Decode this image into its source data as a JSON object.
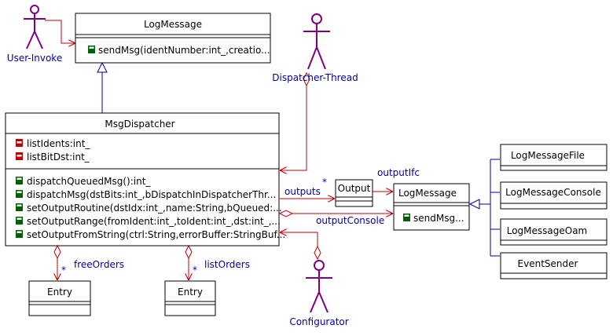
{
  "colors": {
    "association": "#c00000",
    "inheritance": "#0000a0",
    "label": "#0000a0",
    "actor": "#800080",
    "attribute_icon": "#c00000",
    "operation_icon": "#006000"
  },
  "actors": {
    "user_invoke": "User-Invoke",
    "dispatcher_thread": "Dispatcher-Thread",
    "configurator": "Configurator"
  },
  "classes": {
    "log_message_top": {
      "name": "LogMessage",
      "operations": [
        "sendMsg(identNumber:int_,creatio..."
      ]
    },
    "msg_dispatcher": {
      "name": "MsgDispatcher",
      "attributes": [
        "listIdents:int_",
        "listBitDst:int_"
      ],
      "operations": [
        "dispatchQueuedMsg():int_",
        "dispatchMsg(dstBits:int_,bDispatchInDispatcherThr...",
        "setOutputRoutine(dstIdx:int_,name:String,bQueued:...",
        "setOutputRange(fromIdent:int_,toIdent:int_,dst:int_,...",
        "setOutputFromString(ctrl:String,errorBuffer:StringBuf..."
      ]
    },
    "output": {
      "name": "Output"
    },
    "log_message_right": {
      "name": "LogMessage",
      "operations": [
        "sendMsg..."
      ]
    },
    "log_message_file": {
      "name": "LogMessageFile"
    },
    "log_message_console": {
      "name": "LogMessageConsole"
    },
    "log_message_oam": {
      "name": "LogMessageOam"
    },
    "event_sender": {
      "name": "EventSender"
    },
    "entry_left": {
      "name": "Entry"
    },
    "entry_right": {
      "name": "Entry"
    }
  },
  "associations": {
    "outputs": "outputs",
    "outputs_mult": "*",
    "output_ifc": "outputIfc",
    "output_console": "outputConsole",
    "free_orders": "freeOrders",
    "free_orders_mult": "*",
    "list_orders": "listOrders",
    "list_orders_mult": "*"
  }
}
